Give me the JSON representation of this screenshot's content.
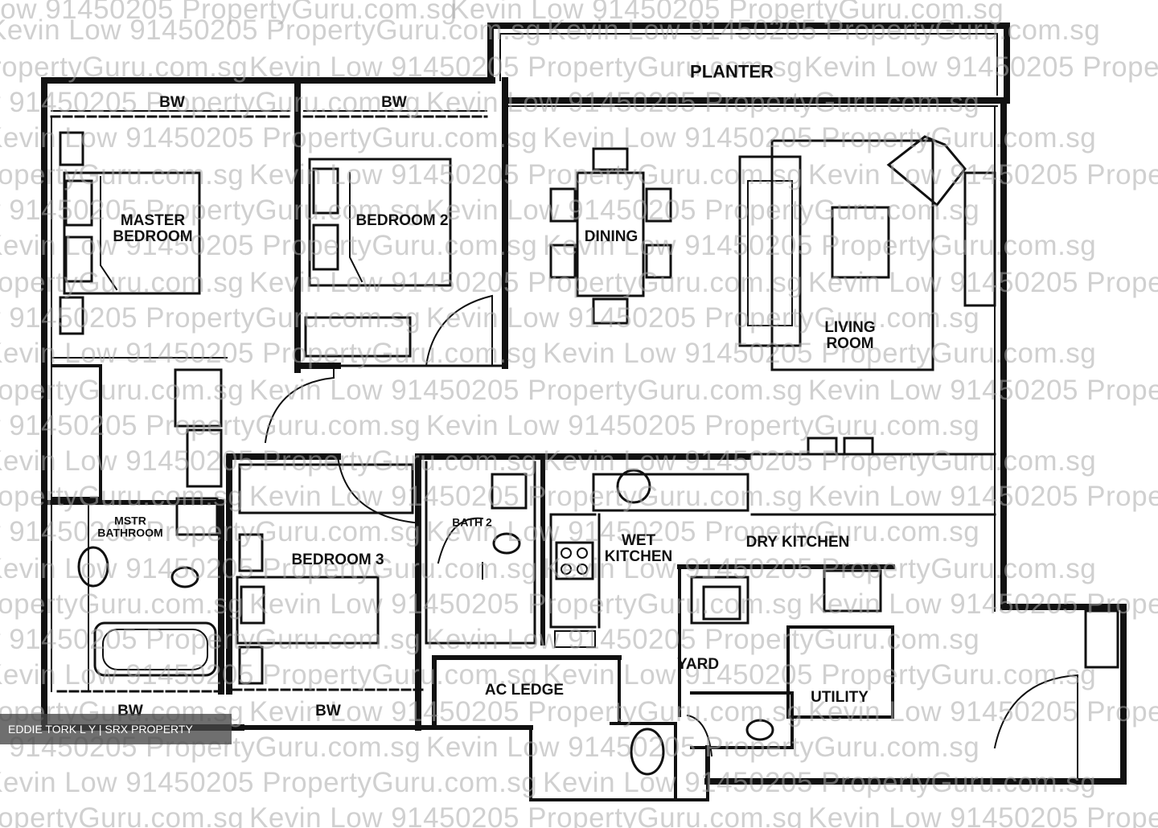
{
  "floorplan": {
    "watermark_text": "Kevin Low 91450205 PropertyGuru.com.sg",
    "credit": "EDDIE TORK L Y | SRX PROPERTY",
    "rooms": {
      "planter": "PLANTER",
      "bw_1": "BW",
      "bw_2": "BW",
      "bw_3": "BW",
      "bw_4": "BW",
      "master_bedroom_line1": "MASTER",
      "master_bedroom_line2": "BEDROOM",
      "bedroom_2": "BEDROOM 2",
      "dining": "DINING",
      "living_line1": "LIVING",
      "living_line2": "ROOM",
      "master_bath_line1": "MSTR",
      "master_bath_line2": "BATHROOM",
      "bedroom_3": "BEDROOM 3",
      "bath_2": "BATH 2",
      "wet_kitchen_line1": "WET",
      "wet_kitchen_line2": "KITCHEN",
      "dry_kitchen": "DRY KITCHEN",
      "yard": "YARD",
      "ac_ledge": "AC LEDGE",
      "utility": "UTILITY"
    }
  }
}
